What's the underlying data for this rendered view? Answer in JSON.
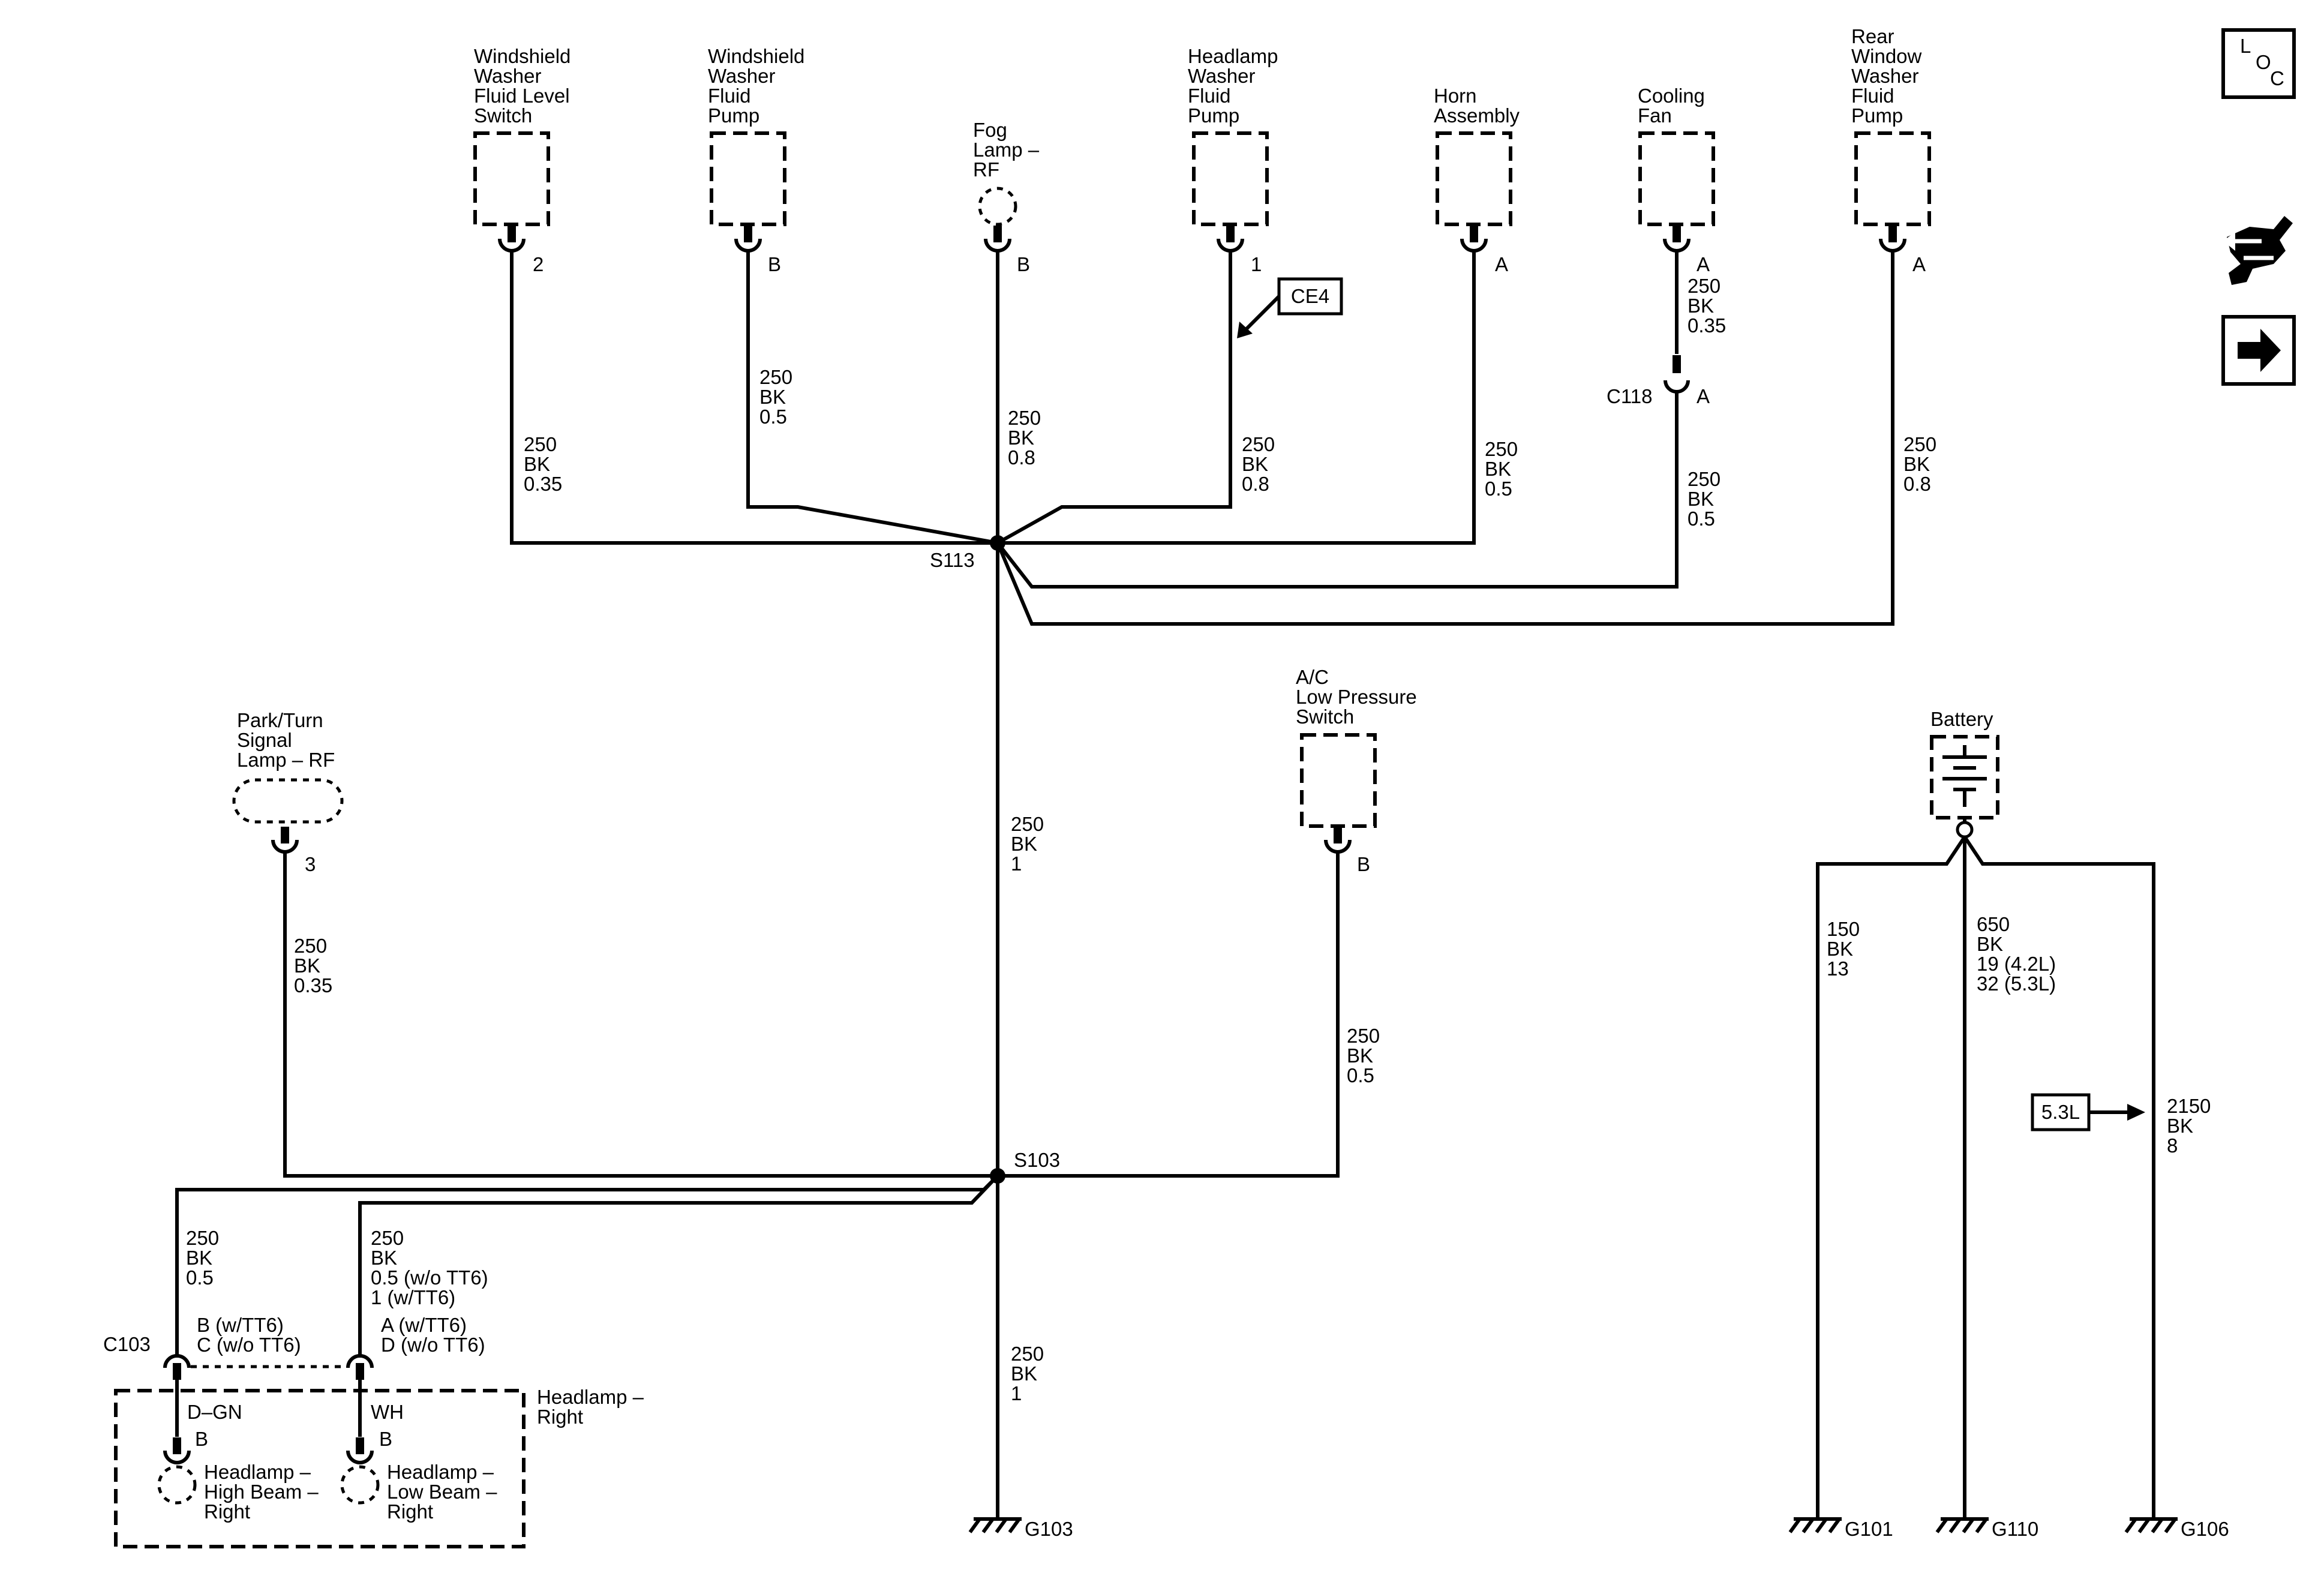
{
  "components": {
    "ww_level_switch": {
      "l1": "Windshield",
      "l2": "Washer",
      "l3": "Fluid Level",
      "l4": "Switch",
      "pin": "2"
    },
    "ww_pump": {
      "l1": "Windshield",
      "l2": "Washer",
      "l3": "Fluid",
      "l4": "Pump",
      "pin": "B"
    },
    "fog_lamp": {
      "l1": "Fog",
      "l2": "Lamp –",
      "l3": "RF",
      "pin": "B"
    },
    "hl_washer_pump": {
      "l1": "Headlamp",
      "l2": "Washer",
      "l3": "Fluid",
      "l4": "Pump",
      "pin": "1"
    },
    "horn": {
      "l1": "Horn",
      "l2": "Assembly",
      "pin": "A"
    },
    "cooling_fan": {
      "l1": "Cooling",
      "l2": "Fan",
      "pin": "A"
    },
    "rear_washer_pump": {
      "l1": "Rear",
      "l2": "Window",
      "l3": "Washer",
      "l4": "Fluid",
      "l5": "Pump",
      "pin": "A"
    },
    "park_turn": {
      "l1": "Park/Turn",
      "l2": "Signal",
      "l3": "Lamp – RF",
      "pin": "3"
    },
    "ac_switch": {
      "l1": "A/C",
      "l2": "Low Pressure",
      "l3": "Switch",
      "pin": "B"
    },
    "battery": {
      "l1": "Battery"
    },
    "headlamp_right": {
      "l1": "Headlamp –",
      "l2": "Right"
    },
    "high_beam": {
      "l1": "Headlamp –",
      "l2": "High Beam –",
      "l3": "Right",
      "pin": "B"
    },
    "low_beam": {
      "l1": "Headlamp –",
      "l2": "Low Beam –",
      "l3": "Right",
      "pin": "B"
    }
  },
  "wires": {
    "ww_level": {
      "circuit": "250",
      "color": "BK",
      "size": "0.35"
    },
    "ww_pump": {
      "circuit": "250",
      "color": "BK",
      "size": "0.5"
    },
    "fog": {
      "circuit": "250",
      "color": "BK",
      "size": "0.8"
    },
    "hl_washer": {
      "circuit": "250",
      "color": "BK",
      "size": "0.8"
    },
    "horn": {
      "circuit": "250",
      "color": "BK",
      "size": "0.5"
    },
    "fan_top": {
      "circuit": "250",
      "color": "BK",
      "size": "0.35"
    },
    "fan_bottom": {
      "circuit": "250",
      "color": "BK",
      "size": "0.5"
    },
    "rear_washer": {
      "circuit": "250",
      "color": "BK",
      "size": "0.8"
    },
    "s113_s103": {
      "circuit": "250",
      "color": "BK",
      "size": "1"
    },
    "park_turn": {
      "circuit": "250",
      "color": "BK",
      "size": "0.35"
    },
    "ac": {
      "circuit": "250",
      "color": "BK",
      "size": "0.5"
    },
    "g103": {
      "circuit": "250",
      "color": "BK",
      "size": "1"
    },
    "c103_left": {
      "circuit": "250",
      "color": "BK",
      "size": "0.5"
    },
    "c103_right": {
      "circuit": "250",
      "color": "BK",
      "size": "0.5 (w/o TT6)",
      "size2": "1 (w/TT6)"
    },
    "g101": {
      "circuit": "150",
      "color": "BK",
      "size": "13"
    },
    "g110": {
      "circuit": "650",
      "color": "BK",
      "size": "19 (4.2L)",
      "size2": "32 (5.3L)"
    },
    "g106": {
      "circuit": "2150",
      "color": "BK",
      "size": "8"
    },
    "d_gn": "D–GN",
    "wh": "WH"
  },
  "connectors": {
    "c118": "C118",
    "c118_pin": "A",
    "c103": "C103",
    "c103_left_pin1": "B (w/TT6)",
    "c103_left_pin2": "C (w/o TT6)",
    "c103_right_pin1": "A (w/TT6)",
    "c103_right_pin2": "D (w/o TT6)"
  },
  "splices": {
    "s113": "S113",
    "s103": "S103"
  },
  "grounds": {
    "g103": "G103",
    "g101": "G101",
    "g110": "G110",
    "g106": "G106"
  },
  "notes": {
    "ce4": "CE4",
    "engine_53": "5.3L"
  },
  "icons": {
    "loc": {
      "l": "L",
      "o": "O",
      "c": "C"
    },
    "names": [
      "loc-icon",
      "service-hand-icon",
      "next-page-arrow-icon"
    ]
  }
}
